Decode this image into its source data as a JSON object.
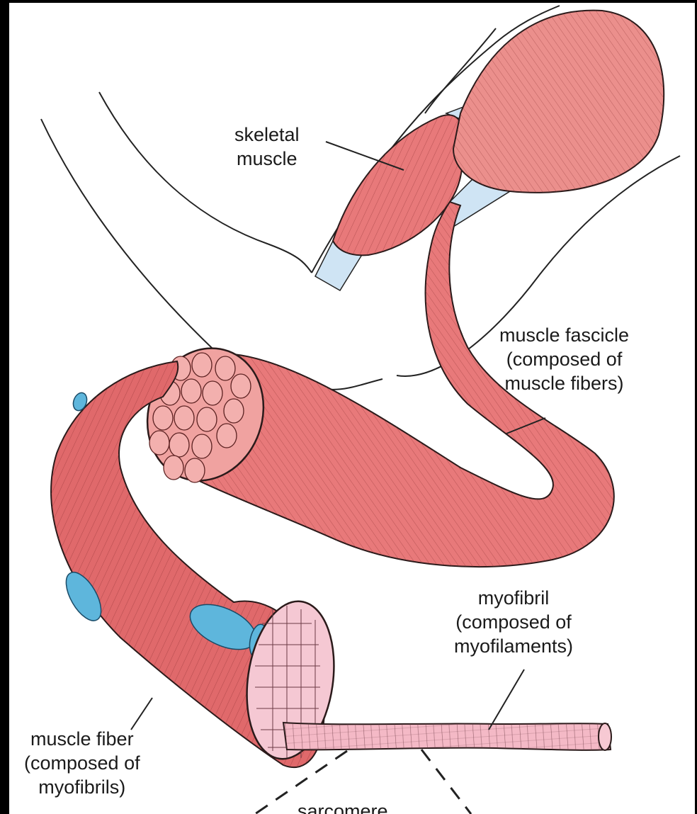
{
  "labels": {
    "skeletal_muscle": [
      "skeletal",
      "muscle"
    ],
    "muscle_fascicle": [
      "muscle fascicle",
      "(composed of",
      "muscle fibers)"
    ],
    "myofibril": [
      "myofibril",
      "(composed of",
      "myofilaments)"
    ],
    "muscle_fiber": [
      "muscle fiber",
      "(composed of",
      "myofibrils)"
    ],
    "sarcomere": "sarcomere"
  },
  "colors": {
    "muscle": "#e8797a",
    "muscle_dark": "#c9504f",
    "myofibril": "#f4b9c6",
    "nucleus": "#5eb6dc",
    "tendon": "#cfe4f4",
    "outline": "#2a1a1a"
  }
}
